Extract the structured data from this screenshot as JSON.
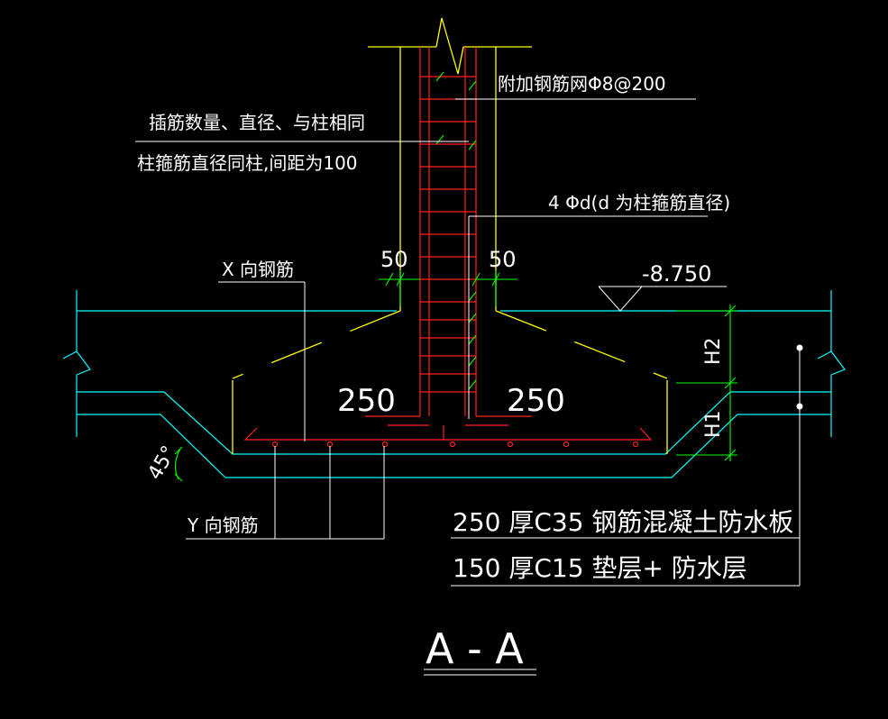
{
  "labels": {
    "mesh_note": "附加钢筋网Φ8@200",
    "dowel_note_1": "插筋数量、直径、与柱相同",
    "dowel_note_2": "柱箍筋直径同柱,间距为100",
    "stirrup_note": "4 Φd(d 为柱箍筋直径)",
    "cover_left": "50",
    "cover_right": "50",
    "x_rebar": "X 向钢筋",
    "elevation": "-8.750",
    "dim_left": "250",
    "dim_right": "250",
    "h2": "H2",
    "h1": "H1",
    "angle": "45°",
    "y_rebar": "Y 向钢筋",
    "slab_note": "250 厚C35 钢筋混凝土防水板",
    "cushion_note": "150 厚C15 垫层+ 防水层",
    "section_title": "A - A"
  },
  "colors": {
    "background": "#000000",
    "concrete_outline": "#00ffff",
    "rebar": "#ff2020",
    "column_outline": "#ffff00",
    "dimension": "#00ff00",
    "annotation": "#ffffff"
  }
}
